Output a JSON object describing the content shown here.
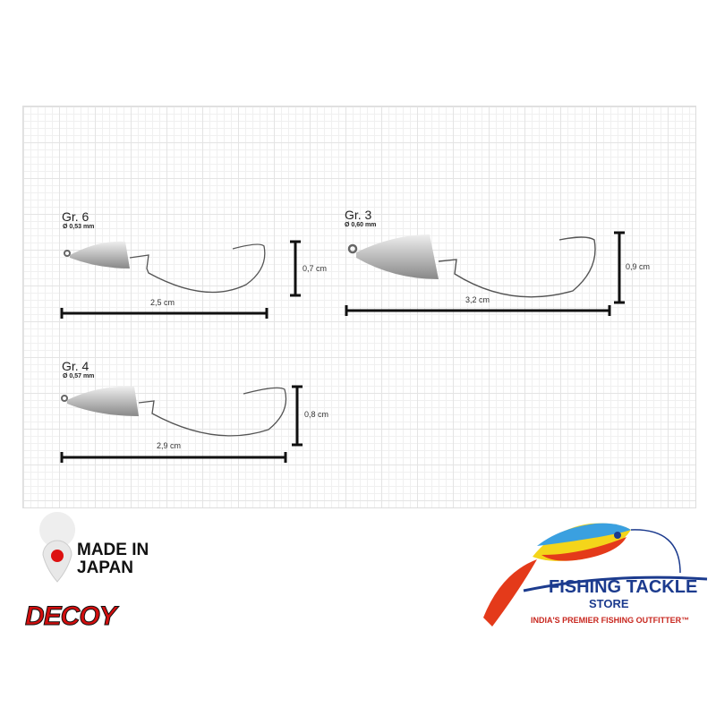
{
  "hooks": [
    {
      "size": "Gr. 6",
      "wire": "Ø 0,53 mm",
      "height": "0,7 cm",
      "length": "2,5 cm"
    },
    {
      "size": "Gr. 3",
      "wire": "Ø 0,60 mm",
      "height": "0,9 cm",
      "length": "3,2 cm"
    },
    {
      "size": "Gr. 4",
      "wire": "Ø 0,57 mm",
      "height": "0,8 cm",
      "length": "2,9 cm"
    }
  ],
  "badge": {
    "line1": "MADE IN",
    "line2": "JAPAN"
  },
  "brand": "DECOY",
  "store": {
    "name": "FISHING TACKLE",
    "sub": "STORE",
    "tagline": "INDIA'S PREMIER FISHING OUTFITTER™"
  }
}
